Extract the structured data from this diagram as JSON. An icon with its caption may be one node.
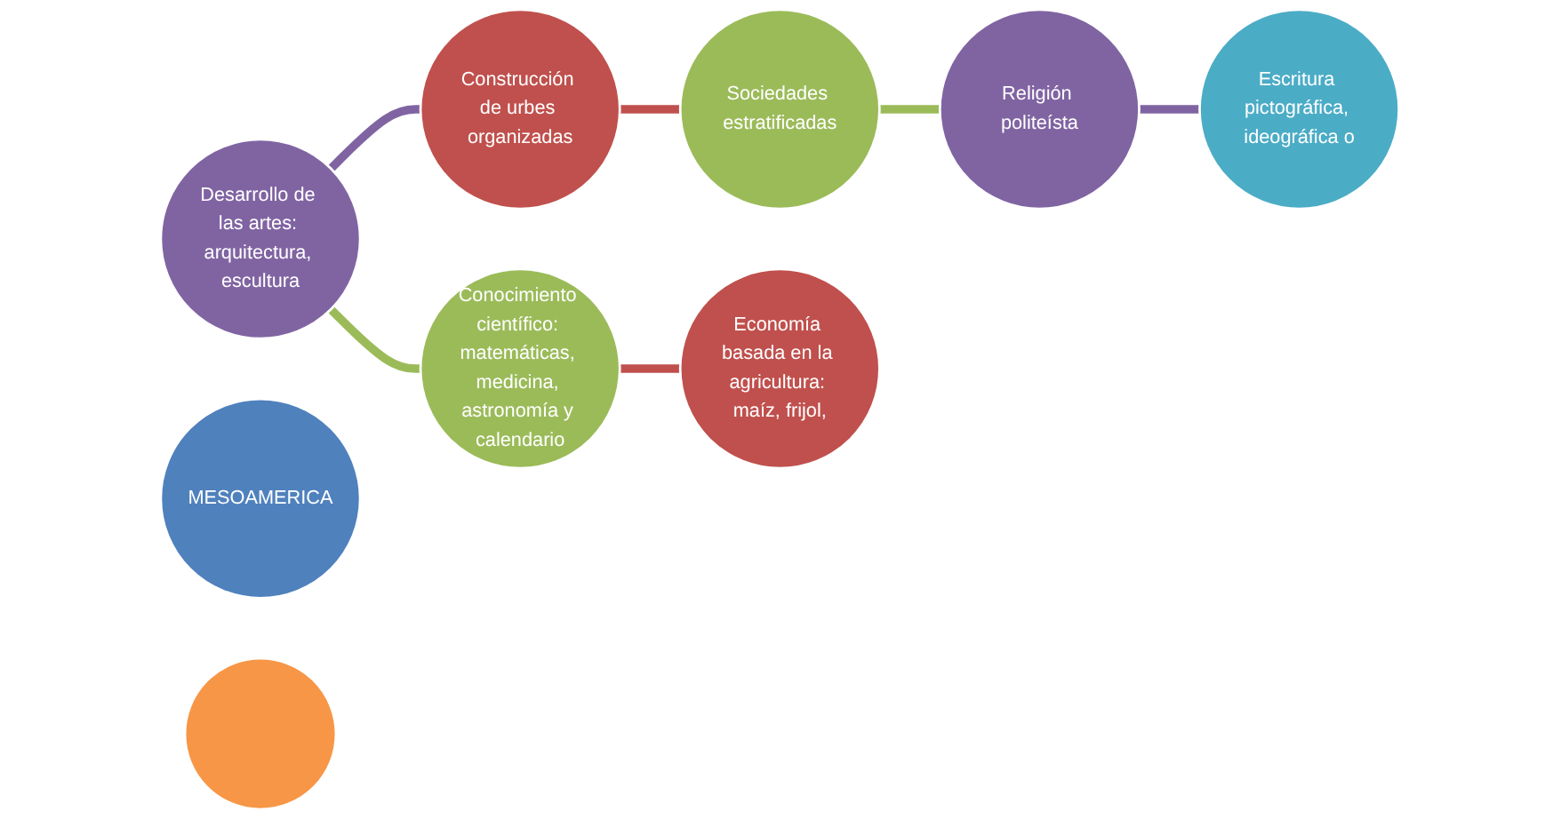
{
  "diagram": {
    "nodes": [
      {
        "text": [
          "Construcción de urbes organizadas"
        ]
      },
      {
        "text": [
          "Desarrollo de las artes: arquitectura, escultura"
        ]
      },
      {
        "text": [
          "Sociedades estratificadas"
        ]
      },
      {
        "text": [
          "Conocimiento científico: matemáticas, medicina, astronomía y calendario"
        ]
      },
      {
        "text": [
          "MESOAMERICA"
        ]
      },
      {
        "text": [
          "Religión politeísta"
        ]
      },
      {
        "text": [
          "Economía basada en la agricultura: maíz, frijol,"
        ]
      },
      {
        "text": [
          "Escritura pictográfica, ideográfica o"
        ]
      },
      {
        "text": [],
        "shape": "circle"
      }
    ],
    "edges": [
      {
        "from": 1,
        "to": 0,
        "arrow": "none",
        "color": "#8064a2"
      },
      {
        "from": 0,
        "to": 2,
        "arrow": "none",
        "color": "#c0504d"
      },
      {
        "from": 2,
        "to": 5,
        "arrow": "none",
        "color": "#9bbb59"
      },
      {
        "from": 5,
        "to": 7,
        "arrow": "none",
        "color": "#8064a2"
      },
      {
        "from": 1,
        "to": 3,
        "arrow": "none",
        "color": "#9bbb59"
      },
      {
        "from": 3,
        "to": 6,
        "arrow": "none",
        "color": "#c0504d"
      }
    ]
  }
}
